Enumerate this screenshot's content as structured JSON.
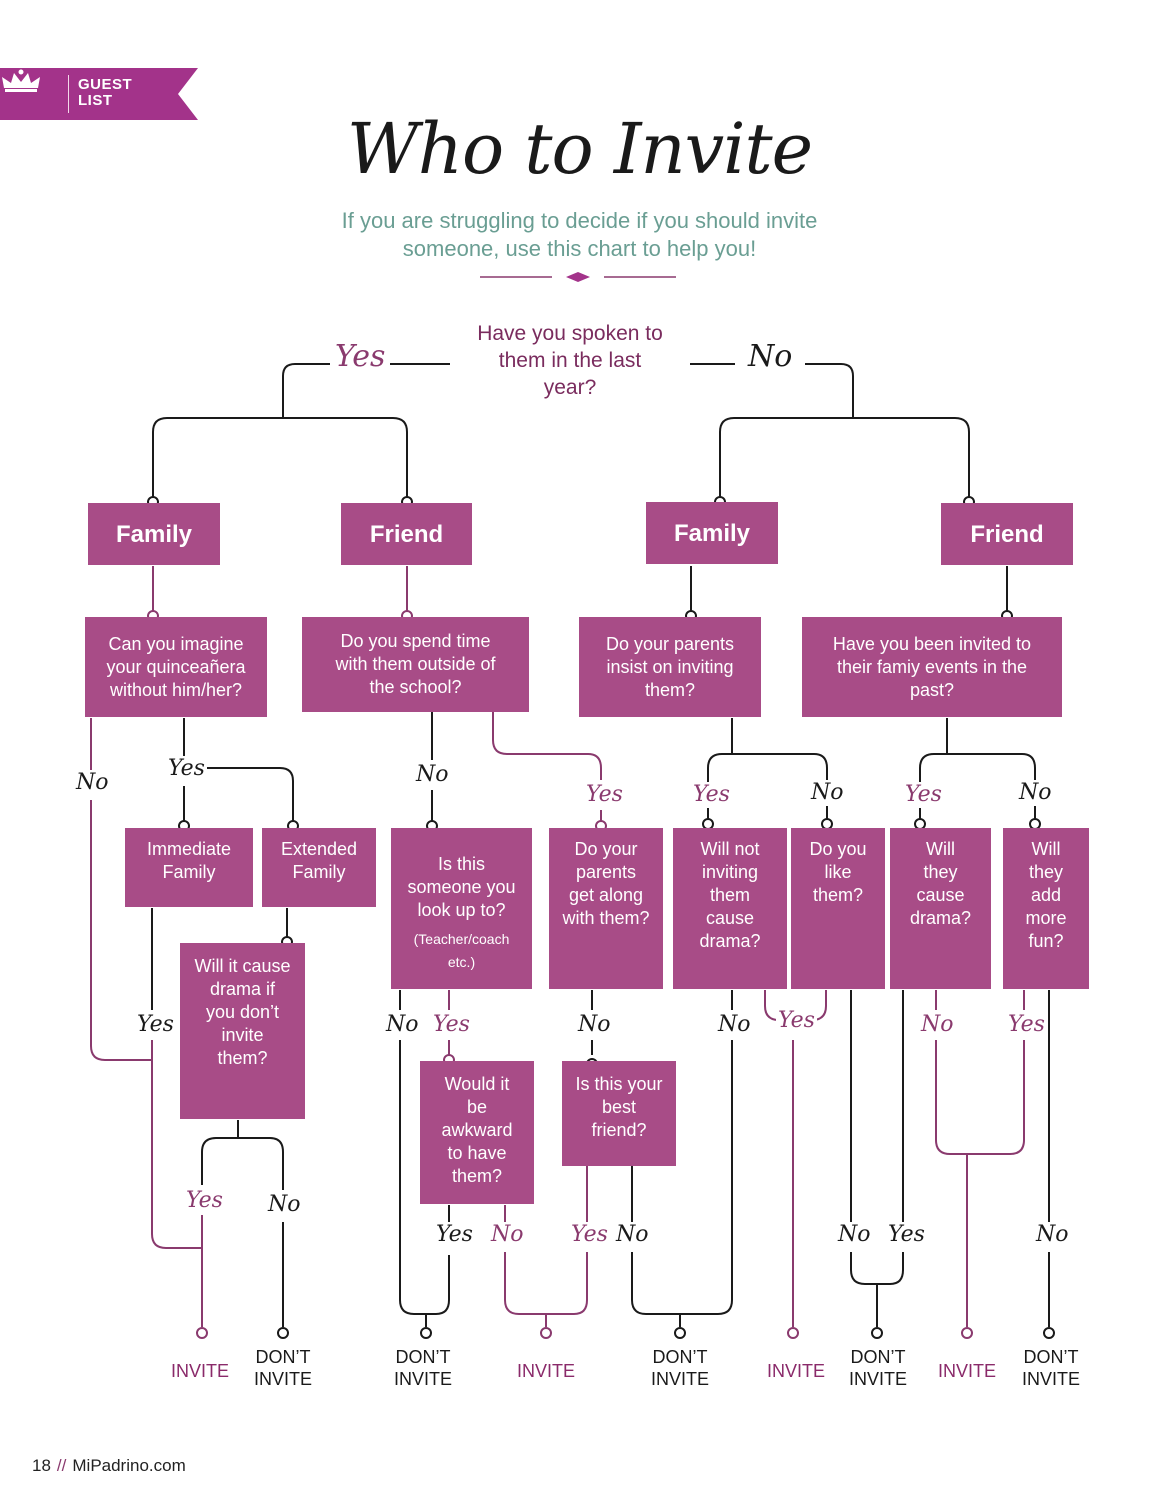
{
  "colors": {
    "brand": "#a84c87",
    "accent_dark": "#8a3a6e",
    "teal": "#6a9e93",
    "line": "#1a1a1a"
  },
  "ribbon": {
    "icon": "crown-icon",
    "line1": "GUEST",
    "line2": "LIST"
  },
  "title": "Who to Invite",
  "subtitle": {
    "line1": "If you are struggling to decide if you should invite",
    "line2": "someone, use this chart to help you!"
  },
  "root": {
    "question": "Have you spoken to them in the last year?",
    "yes": "Yes",
    "no": "No"
  },
  "categories": [
    "Family",
    "Friend",
    "Family",
    "Friend"
  ],
  "questions": {
    "q_family_yes": "Can you imagine your quinceañera without him/her?",
    "q_friend_yes": "Do you spend time with them outside of the school?",
    "q_family_no": "Do your parents insist on inviting them?",
    "q_friend_no": "Have you been invited to their famiy events in the past?",
    "immediate": "Immediate Family",
    "extended": "Extended Family",
    "drama_if_not": "Will it cause drama if you don’t invite them?",
    "look_up": "Is this someone you look up to?",
    "look_up_note": "(Teacher/coach etc.)",
    "parents_along": "Do your parents get along with them?",
    "not_inviting_drama": "Will not inviting them cause drama?",
    "like_them": "Do you like them?",
    "cause_drama": "Will they cause drama?",
    "more_fun": "Will they add more fun?",
    "awkward": "Would it be awkward to have them?",
    "best_friend": "Is this your best friend?"
  },
  "labels": {
    "yes": "Yes",
    "no": "No"
  },
  "outcomes": {
    "invite": "INVITE",
    "dont1": "DON’T",
    "dont2": "INVITE"
  },
  "footer": {
    "page": "18",
    "sep": "//",
    "site": "MiPadrino.com"
  }
}
